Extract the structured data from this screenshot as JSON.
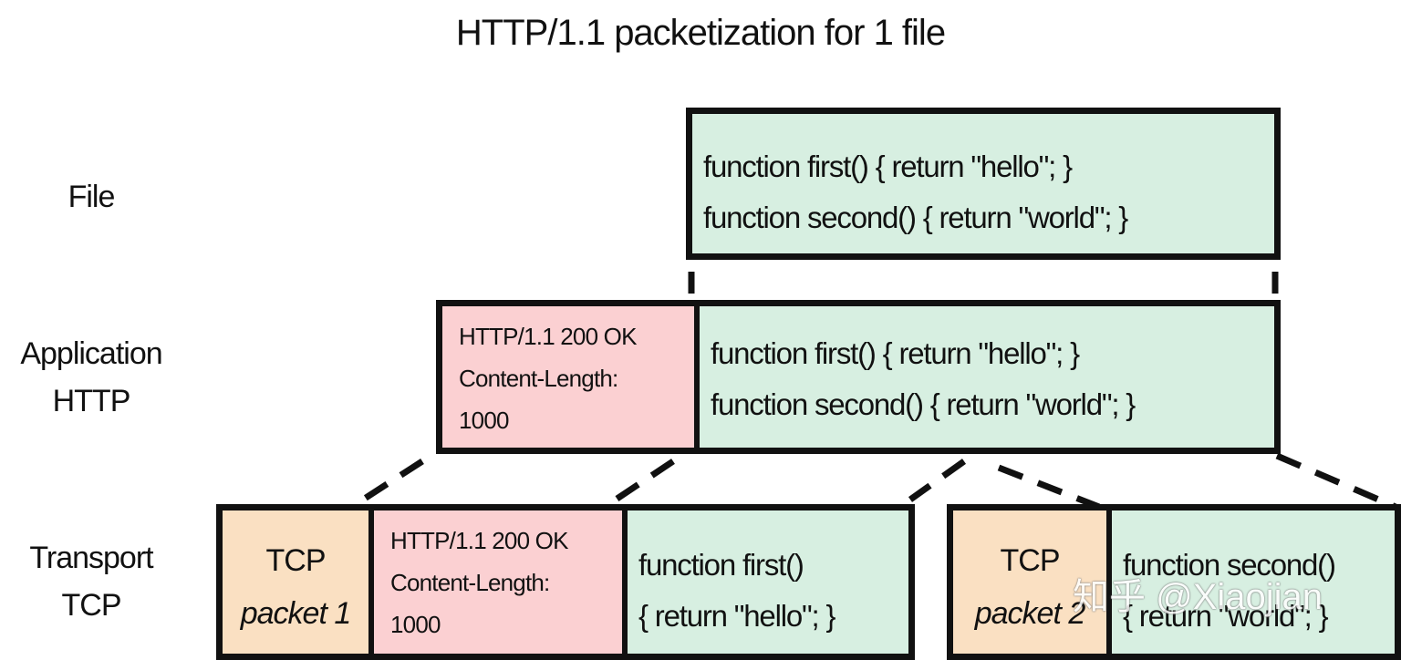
{
  "title": "HTTP/1.1 packetization for 1 file",
  "rows": {
    "file": "File",
    "application": [
      "Application",
      "HTTP"
    ],
    "transport": [
      "Transport",
      "TCP"
    ]
  },
  "file_box": {
    "lines": [
      "function first() { return \"hello\"; }",
      "function second() { return \"world\"; }"
    ]
  },
  "http_box": {
    "header": [
      "HTTP/1.1 200 OK",
      "Content-Length:",
      "1000"
    ],
    "body": [
      "function first() { return \"hello\"; }",
      "function second() { return \"world\"; }"
    ]
  },
  "packet1": {
    "tcp_label": "TCP",
    "packet_label": "packet 1",
    "header": [
      "HTTP/1.1 200 OK",
      "Content-Length:",
      "1000"
    ],
    "body": [
      "function first()",
      "{ return \"hello\"; }"
    ]
  },
  "packet2": {
    "tcp_label": "TCP",
    "packet_label": "packet 2",
    "body": [
      "function second()",
      "{ return \"world\"; }"
    ]
  },
  "watermark": "知乎 @Xiaojian",
  "colors": {
    "payload": "#d7efe1",
    "http_header": "#fbd0d2",
    "tcp_header": "#fae0c2",
    "border": "#111111"
  }
}
